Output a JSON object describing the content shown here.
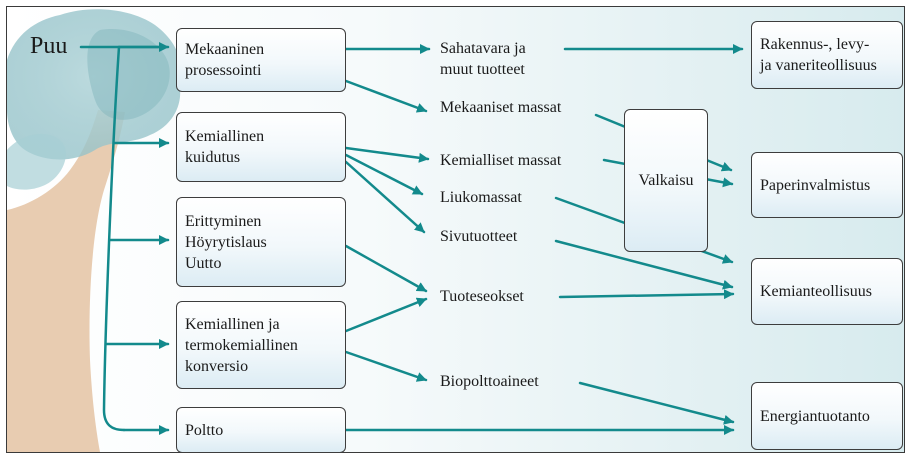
{
  "root": "Puu",
  "processes": [
    "Mekaaninen\nprosessointi",
    "Kemiallinen\nkuidutus",
    "Erittyminen\nHöyrytislaus\nUutto",
    "Kemiallinen ja\ntermokemiallinen\nkonversio",
    "Poltto"
  ],
  "products": [
    "Sahatavara ja\nmuut tuotteet",
    "Mekaaniset massat",
    "Kemialliset massat",
    "Liukomassat",
    "Sivutuotteet",
    "Tuoteseokset",
    "Biopolttoaineet"
  ],
  "bleaching": "Valkaisu",
  "industries": [
    "Rakennus-, levy-\nja vaneriteollisuus",
    "Paperinvalmistus",
    "Kemianteollisuus",
    "Energiantuotanto"
  ],
  "colors": {
    "arrow": "#138a8c",
    "tree_canopy": "#9ec7cc",
    "tree_trunk": "#e4c2a4",
    "box_border": "#3d3d3d"
  }
}
